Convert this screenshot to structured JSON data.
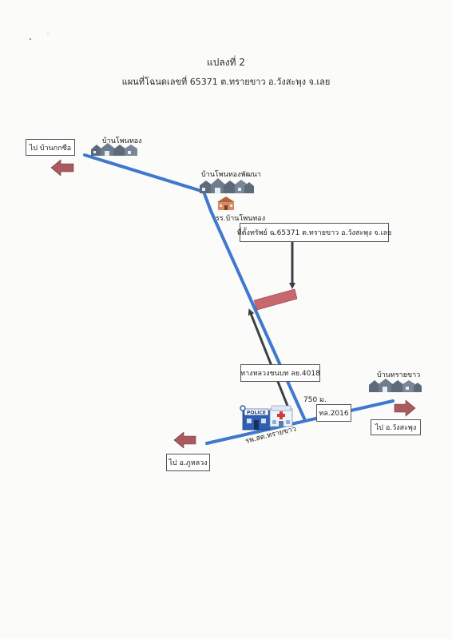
{
  "header": {
    "plot_title": "แปลงที่  2",
    "subtitle": "แผนที่โฉนดเลขที่ 65371 ต.ทรายขาว อ.วังสะพุง จ.เลย"
  },
  "places": {
    "ban_phon_thong": "บ้านโพนทอง",
    "ban_phon_thong_phatthana": "บ้านโพนทองพัฒนา",
    "school": "รร.บ้านโพนทอง",
    "ban_sai_khao": "บ้านทรายขาว",
    "hospital": "รพ.สต.ทรายขาว"
  },
  "boxes": {
    "to_ban_nok_sue": "ไป บ้านกกซือ",
    "property_location": "ที่ตั้งทรัพย์ ฉ.65371 ต.ทรายขาว อ.วังสะพุง จ.เลย",
    "rural_road": "ทางหลวงชนบท ลย.4018",
    "highway": "ทล.2016",
    "to_wang_saphung": "ไป อ.วังสะพุง",
    "to_phu_luang": "ไป อ.ภูหลวง"
  },
  "distance": "750 ม.",
  "police_sign": "POLICE",
  "colors": {
    "road": "#3f78cc",
    "direction_arrow": "#a85a5e",
    "property_parcel": "#c8686d",
    "pointer_arrow": "#3b3f45"
  }
}
